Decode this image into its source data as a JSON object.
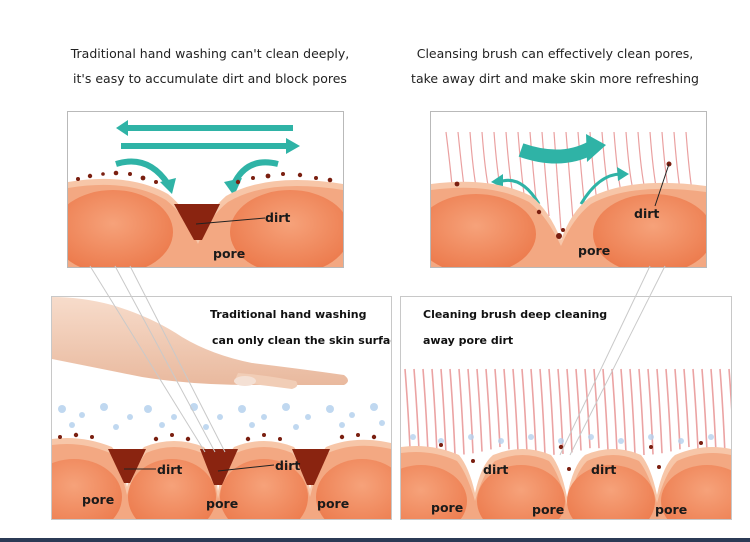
{
  "captions": {
    "left_line1": "Traditional hand washing can't clean deeply,",
    "left_line2": "it's easy to accumulate dirt and block pores",
    "right_line1": "Cleansing brush can effectively clean pores,",
    "right_line2": "take away dirt and make skin more refreshing"
  },
  "top_left": {
    "dirt": "dirt",
    "pore": "pore"
  },
  "top_right": {
    "dirt": "dirt",
    "pore": "pore"
  },
  "bottom_left": {
    "title_line1": "Traditional hand washing",
    "title_line2": "can only clean the skin surface",
    "dirt1": "dirt",
    "dirt2": "dirt",
    "pore1": "pore",
    "pore2": "pore",
    "pore3": "pore"
  },
  "bottom_right": {
    "title_line1": "Cleaning brush deep cleaning",
    "title_line2": "away pore dirt",
    "dirt1": "dirt",
    "dirt2": "dirt",
    "pore1": "pore",
    "pore2": "pore",
    "pore3": "pore"
  },
  "colors": {
    "skin": "#f1875a",
    "skin_light": "#f7c6a8",
    "dirt": "#7a1f10",
    "arrow": "#2fb3a6",
    "bristle": "#e88a8a",
    "bubble": "#a8c8ea"
  }
}
